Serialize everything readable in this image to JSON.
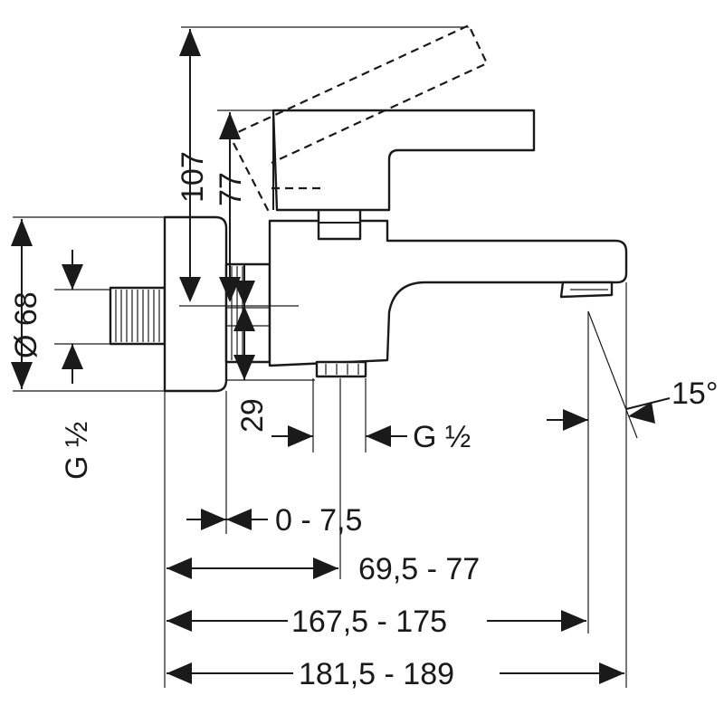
{
  "dimensions": {
    "height_total": "107",
    "height_handle": "77",
    "diameter": "Ø 68",
    "thread_left": "G ½",
    "depth_29": "29",
    "thread_bottom": "G ½",
    "angle": "15°",
    "range_small": "0 - 7,5",
    "range_mid": "69,5 - 77",
    "range_spout": "167,5 - 175",
    "range_total": "181,5 - 189"
  }
}
